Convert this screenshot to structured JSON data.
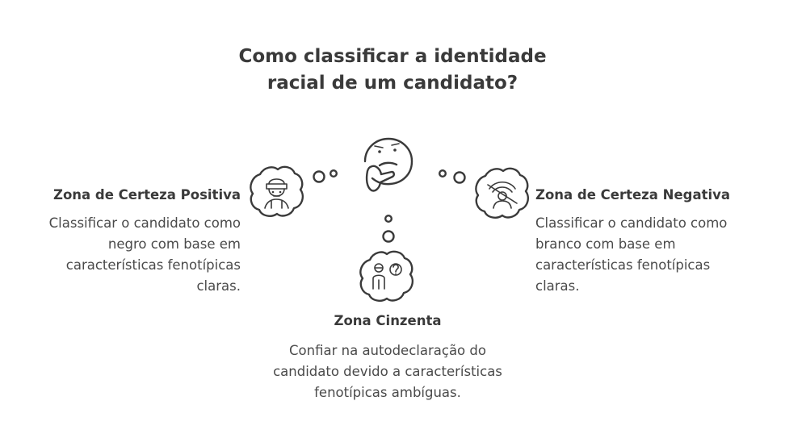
{
  "title": "Como classificar a identidade racial de um candidato?",
  "zones": {
    "positive": {
      "heading": "Zona de Certeza Positiva",
      "description": "Classificar o candidato como negro com base em características fenotípicas claras."
    },
    "negative": {
      "heading": "Zona de Certeza Negativa",
      "description": "Classificar o candidato como branco com base em características fenotípicas claras."
    },
    "gray": {
      "heading": "Zona Cinzenta",
      "description": "Confiar na autodeclaração do candidato devido a características fenotípicas ambíguas."
    }
  },
  "icons": {
    "center": "thinking-face-icon",
    "positive": "person-headband-icon",
    "negative": "wifi-person-icon",
    "gray": "person-question-icon"
  },
  "colors": {
    "ink": "#3a3a3a",
    "background": "#ffffff"
  }
}
